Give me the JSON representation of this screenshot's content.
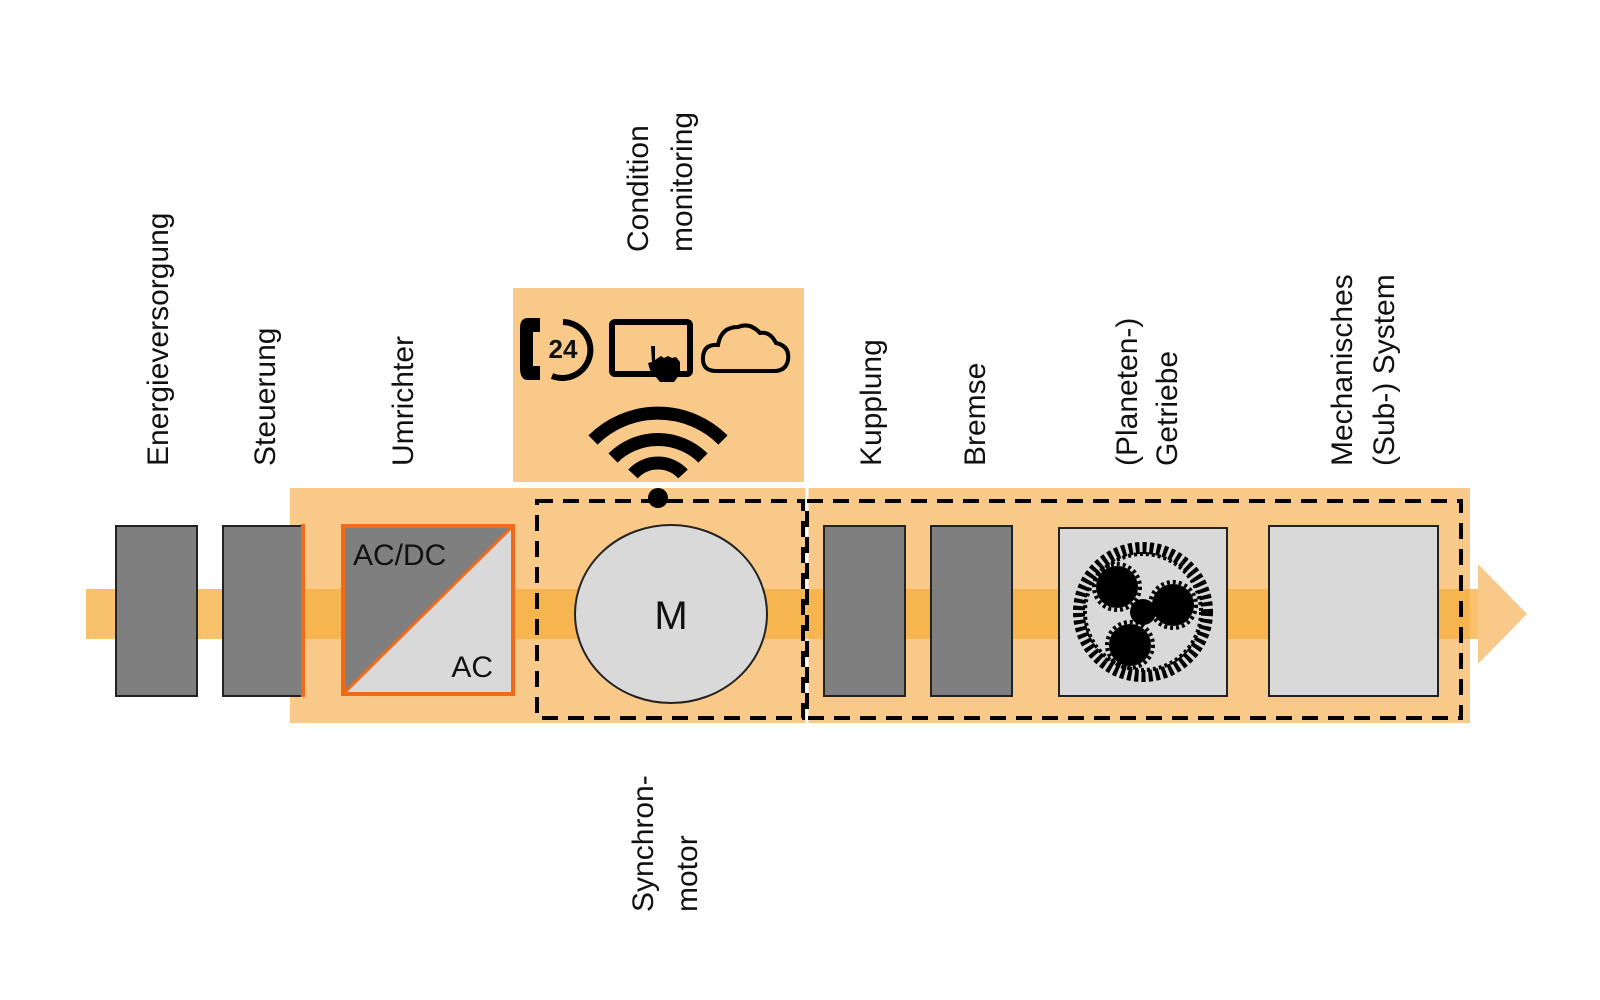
{
  "labels": {
    "energieversorgung": "Energieversorgung",
    "steuerung": "Steuerung",
    "umrichter": "Umrichter",
    "condition_line1": "Condition",
    "condition_line2": "monitoring",
    "kupplung": "Kupplung",
    "bremse": "Bremse",
    "getriebe_line1": "(Planeten-)",
    "getriebe_line2": "Getriebe",
    "mech_line1": "Mechanisches",
    "mech_line2": "(Sub-) System",
    "synchron_line1": "Synchron-",
    "synchron_line2": "motor"
  },
  "converter": {
    "top": "AC/DC",
    "bottom": "AC"
  },
  "motor": {
    "symbol": "M"
  },
  "service": {
    "hours": "24"
  },
  "icons": [
    "phone-24-icon",
    "tablet-touch-icon",
    "cloud-icon",
    "wifi-signal-icon",
    "planetary-gear-icon"
  ],
  "colors": {
    "panel": "#f9c98a",
    "shaft": "#f6ad3c",
    "dark_block": "#7f7f7f",
    "light_block": "#d9d9d9",
    "accent_orange": "#f06a1a",
    "dash": "#000000"
  }
}
